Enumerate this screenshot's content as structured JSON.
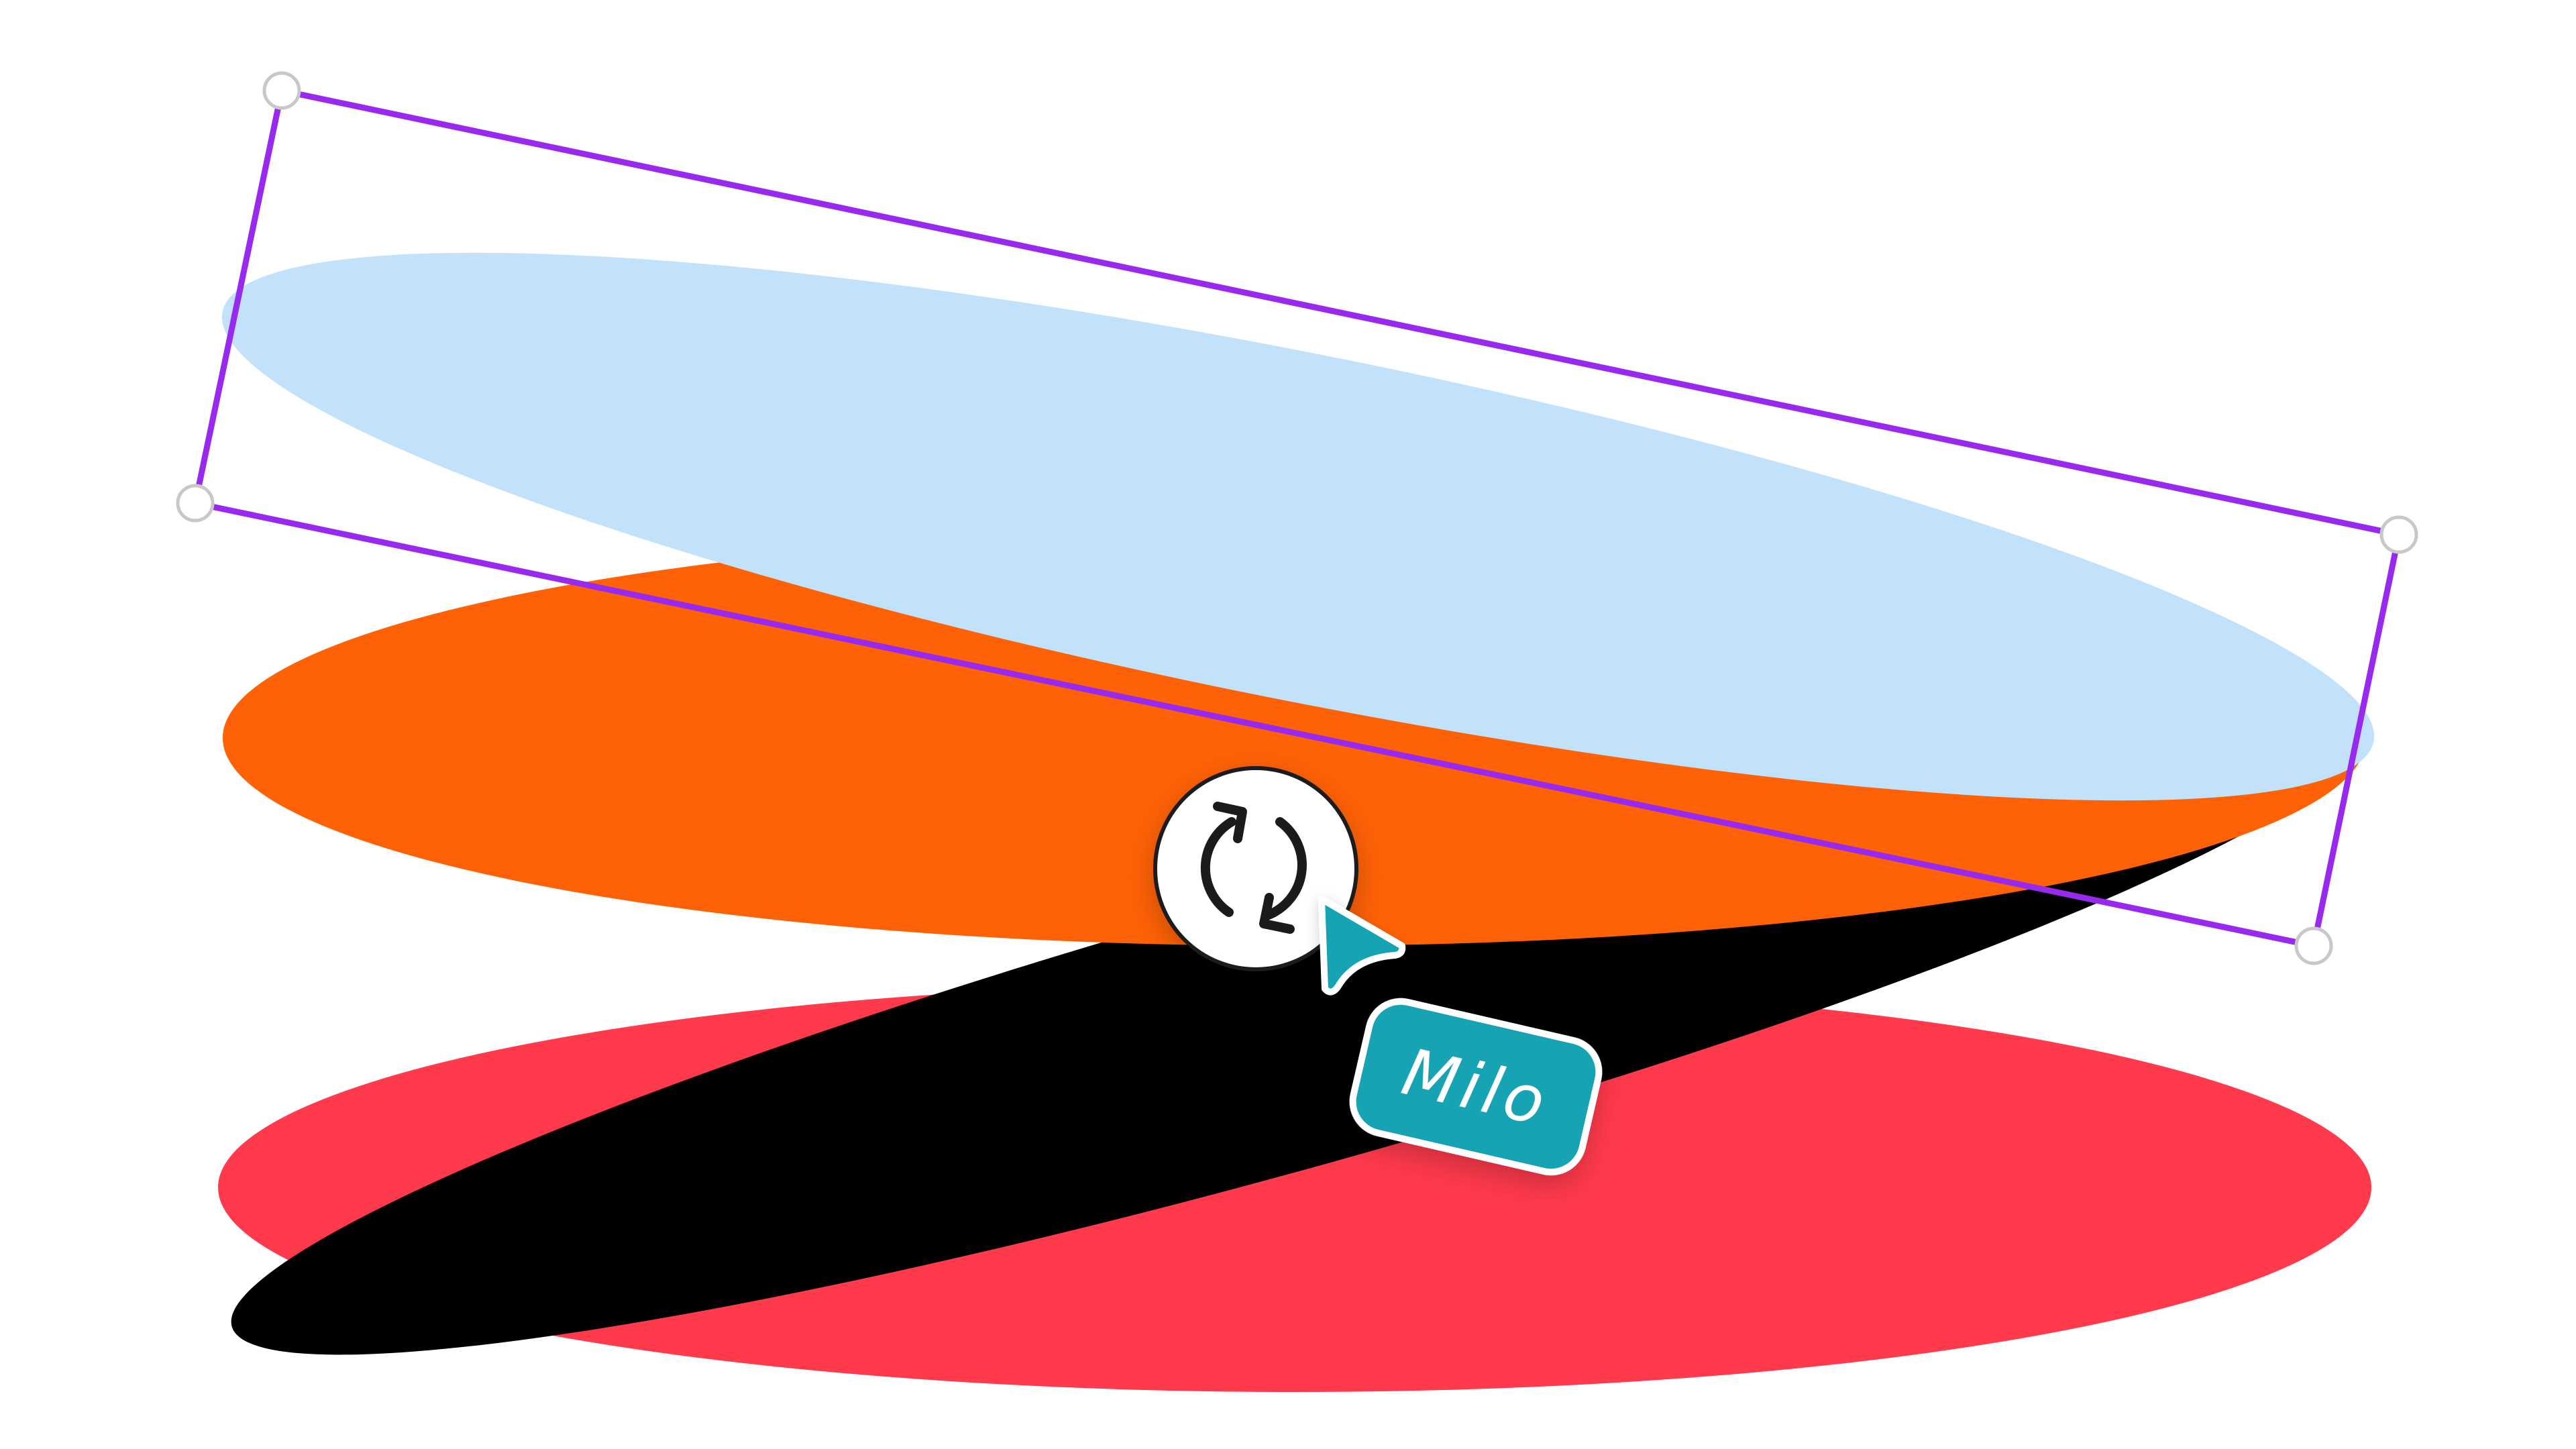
{
  "canvas": {
    "background": "#ffffff"
  },
  "shapes": [
    {
      "name": "red-ellipse",
      "color": "#ff3a4c"
    },
    {
      "name": "black-ellipse",
      "color": "#000000"
    },
    {
      "name": "orange-ellipse",
      "color": "#ff6206"
    },
    {
      "name": "light-blue-ellipse",
      "color": "#c2e1fb",
      "selected": true
    }
  ],
  "selection": {
    "border_color": "#9829ee",
    "handle_fill": "#ffffff",
    "handle_stroke": "#c8c8c8"
  },
  "rotate_control": {
    "icon": "rotate-icon"
  },
  "collaborator": {
    "name": "Milo",
    "cursor_icon": "cursor-arrow-icon",
    "color": "#17a3b4"
  }
}
